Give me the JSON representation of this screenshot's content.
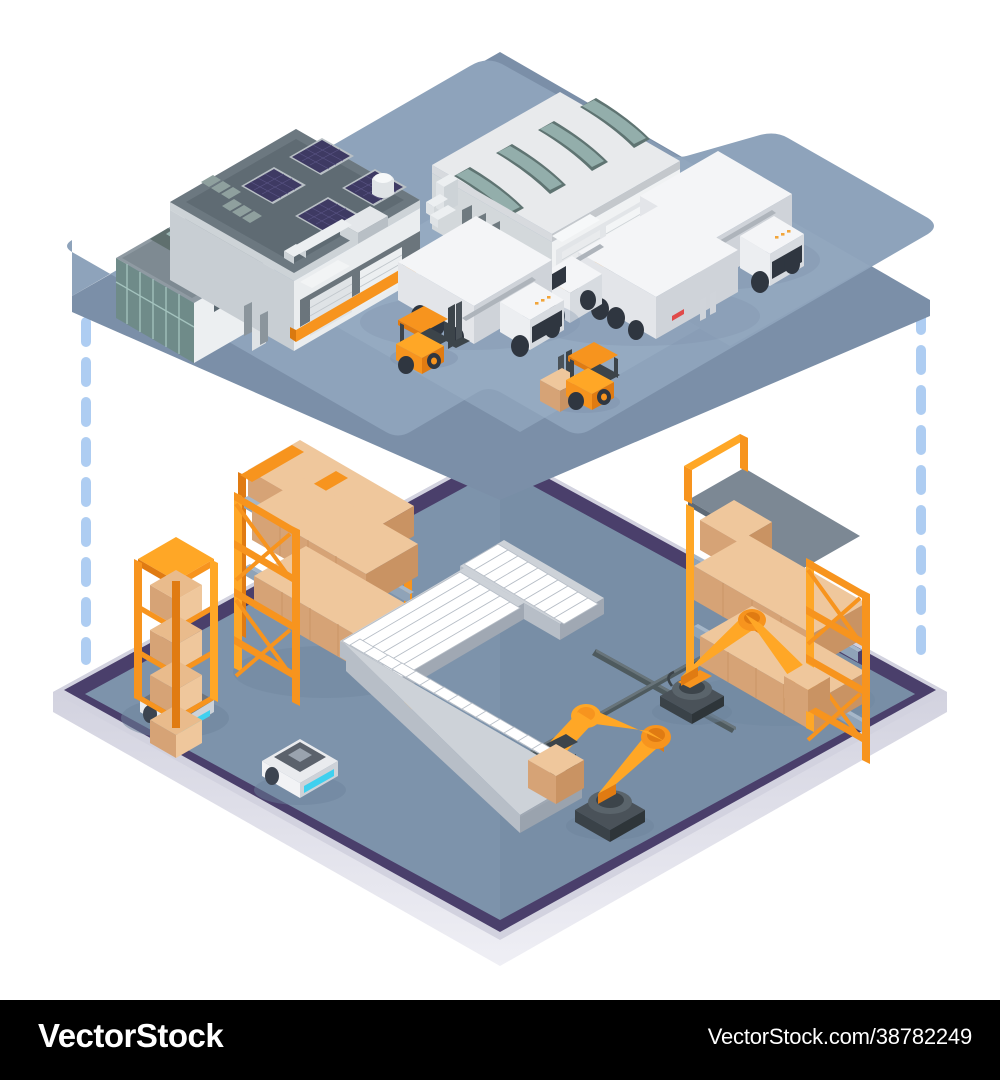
{
  "footer": {
    "brand": "VectorStock",
    "url": "VectorStock.com/38782249"
  },
  "illustration": {
    "title": "Automated warehouse logistics isometric composition",
    "style": "isometric-flat-vector",
    "background": "#ffffff",
    "levels": [
      {
        "name": "upper-level-yard",
        "label": "Outdoor logistics yard",
        "surface_color": "#8ea3bb",
        "surface_light": "#9cb0c6",
        "surface_shadow": "#7e93ac",
        "edge_color": "#7b8fa8"
      },
      {
        "name": "lower-level-warehouse",
        "label": "Automated warehouse interior",
        "surface_color": "#7d93ab",
        "surface_dark": "#70869e",
        "rim_color": "#4a3f6b",
        "edge_color": "#c7c7d8",
        "edge_bottom": "#e6e6ee"
      }
    ],
    "connector": {
      "name": "dashed-connector",
      "color": "#aecdf2",
      "dash": "18 16",
      "width": 10
    },
    "palette": {
      "orange": "#f7941e",
      "orange_light": "#ffa726",
      "orange_dark": "#e07b12",
      "carton": "#e0b084",
      "carton_light": "#efc79c",
      "carton_dark": "#c99363",
      "white_body": "#f4f5f7",
      "metal_light": "#e3e5e9",
      "metal_mid": "#c9ced6",
      "metal_dark": "#9aa3ae",
      "glass": "#7e9a98",
      "solar": "#3e3a63",
      "roof_gray": "#6c7880",
      "dark_gray": "#3c4450",
      "cyan_led": "#3fd0ef",
      "tire": "#2f3640",
      "rail": "#4e5a5e"
    },
    "upper_level_objects": [
      {
        "name": "office-annex",
        "label": "Glass office annex",
        "detail": "green tinted curtain wall, skylight band"
      },
      {
        "name": "main-warehouse-building",
        "label": "Main warehouse with solar roof",
        "solar_panels": 4,
        "dock_stripe": "#f7941e"
      },
      {
        "name": "barrel-roof-warehouse",
        "label": "Barrel roof distribution hall",
        "skylights": 4
      },
      {
        "name": "semi-truck-1",
        "label": "Semi truck at dock"
      },
      {
        "name": "semi-truck-2",
        "label": "Semi truck center yard"
      },
      {
        "name": "semi-truck-3",
        "label": "Semi truck right dock"
      },
      {
        "name": "forklift-1",
        "label": "Forklift empty"
      },
      {
        "name": "forklift-2",
        "label": "Forklift carrying carton"
      }
    ],
    "lower_level_objects": [
      {
        "name": "agv-with-shelf-rack",
        "label": "AGV carrying mobile shelf rack",
        "shelf_levels": 4
      },
      {
        "name": "pallet-rack-large",
        "label": "Pallet rack with cartons",
        "levels": 4
      },
      {
        "name": "roller-conveyor",
        "label": "Z-shaped roller conveyor",
        "segments": 3
      },
      {
        "name": "agv-free",
        "label": "Autonomous guided vehicle"
      },
      {
        "name": "robot-arm-front",
        "label": "Robotic arm picking carton from conveyor"
      },
      {
        "name": "robot-arm-rear",
        "label": "Robotic arm loading shelf rack"
      },
      {
        "name": "pallet-rack-right",
        "label": "Right pallet rack with cartons",
        "levels": 3
      },
      {
        "name": "rail-track-front",
        "label": "Robot rail track front"
      },
      {
        "name": "rail-track-rear",
        "label": "Robot rail track rear"
      }
    ]
  }
}
